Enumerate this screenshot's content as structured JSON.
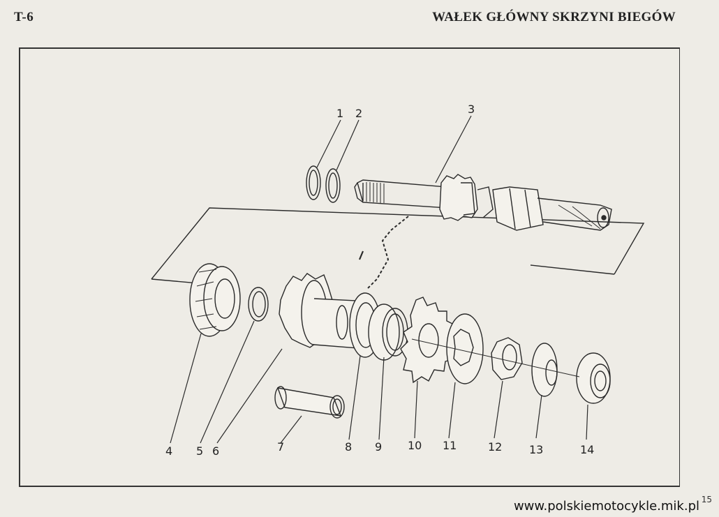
{
  "header": {
    "code": "T-6",
    "title": "WAŁEK GŁÓWNY SKRZYNI BIEGÓW"
  },
  "parts": [
    "1",
    "2",
    "3",
    "4",
    "5",
    "6",
    "7",
    "8",
    "9",
    "10",
    "11",
    "12",
    "13",
    "14"
  ],
  "footer": {
    "url": "www.polskiemotocykle.mik.pl",
    "page_number": "15"
  }
}
